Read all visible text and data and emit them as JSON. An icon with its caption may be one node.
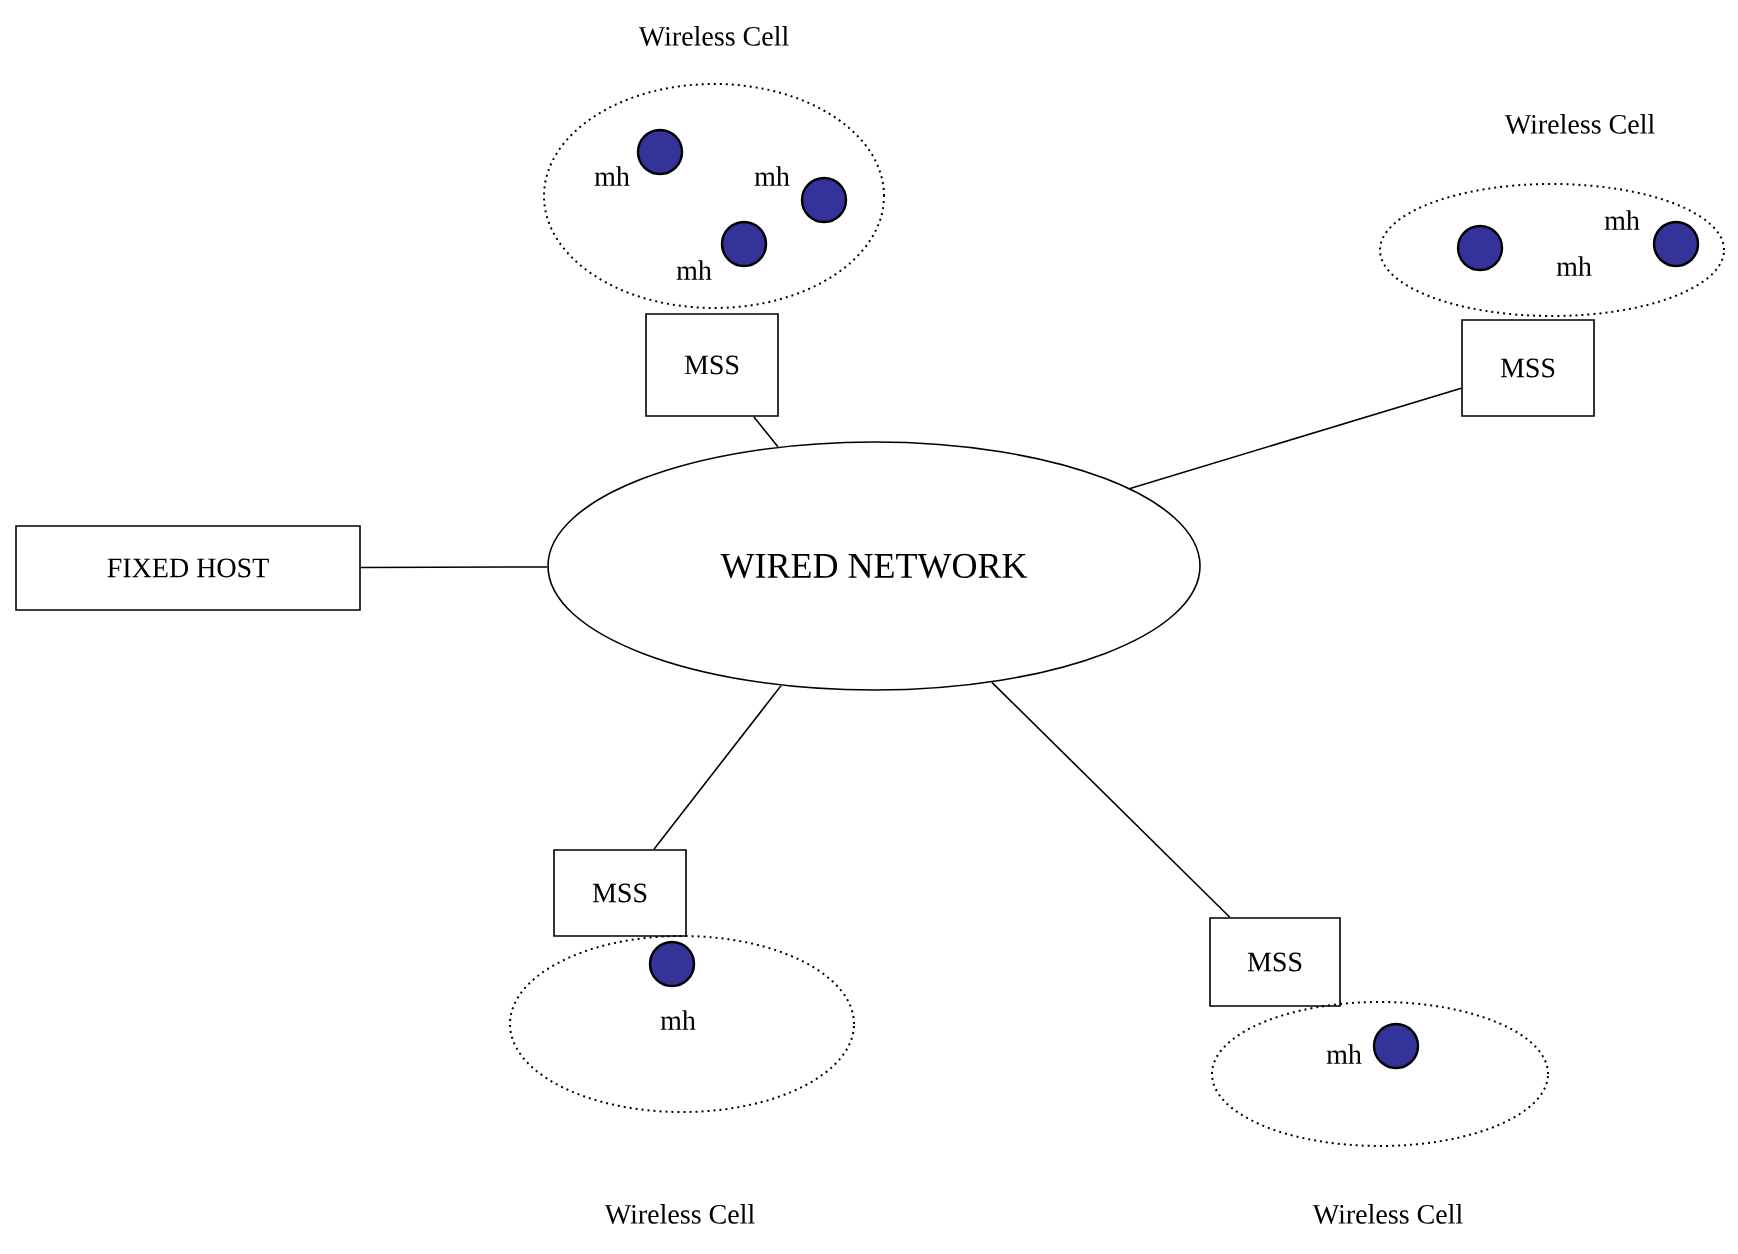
{
  "diagram": {
    "nodes": [
      {
        "text": [
          "Wireless Cell"
        ]
      },
      {
        "text": [],
        "shape": "circle",
        "in": 0,
        "beside": [
          "mh"
        ]
      },
      {
        "text": [],
        "shape": "circle",
        "in": 0,
        "beside": [
          "mh"
        ]
      },
      {
        "text": [],
        "shape": "circle",
        "in": 0,
        "beside": [
          "mh"
        ]
      },
      {
        "text": [
          "Wireless Cell"
        ]
      },
      {
        "text": [],
        "shape": "circle",
        "in": 4,
        "beside": [
          "mh"
        ]
      },
      {
        "text": [],
        "shape": "circle",
        "in": 4,
        "beside": [
          "mh"
        ]
      },
      {
        "text": [
          "MSS"
        ]
      },
      {
        "text": [
          "MSS"
        ]
      },
      {
        "text": [
          "FIXED HOST"
        ]
      },
      {
        "text": [
          "WIRED NETWORK"
        ]
      },
      {
        "text": [
          "MSS"
        ]
      },
      {
        "text": [
          "MSS"
        ]
      },
      {
        "text": [
          "Wireless Cell"
        ]
      },
      {
        "text": [],
        "shape": "circle",
        "in": 13,
        "beside": [
          "mh"
        ]
      },
      {
        "text": [
          "Wireless Cell"
        ]
      },
      {
        "text": [],
        "shape": "circle",
        "in": 15,
        "beside": [
          "mh"
        ]
      }
    ],
    "edges": [
      {
        "from": 7,
        "to": 10,
        "arrow": "none"
      },
      {
        "from": 8,
        "to": 10,
        "arrow": "none"
      },
      {
        "from": 9,
        "to": 10,
        "arrow": "none"
      },
      {
        "from": 10,
        "to": 11,
        "arrow": "none"
      },
      {
        "from": 10,
        "to": 12,
        "arrow": "none"
      }
    ]
  }
}
